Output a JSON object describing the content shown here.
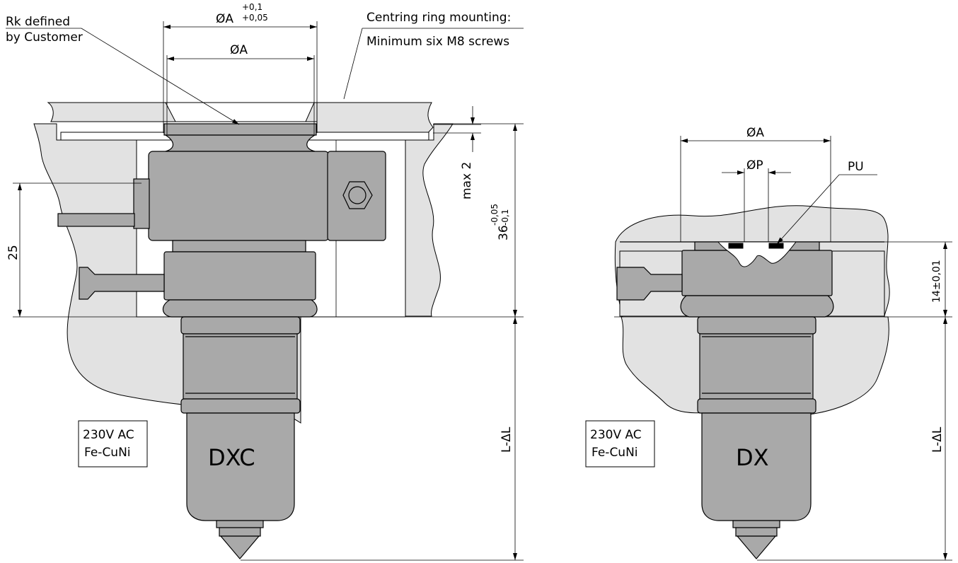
{
  "left": {
    "label_rk_line1": "Rk defined",
    "label_rk_line2": "by Customer",
    "dim_top_dia": "ØA",
    "tol_upper": "+0,1",
    "tol_lower": "+0,05",
    "dim_inner_dia": "ØA",
    "mount_line1": "Centring ring mounting:",
    "mount_line2": "Minimum six M8 screws",
    "dim_max": "max 2",
    "dim_36_base": "36",
    "dim_36_upper": "-0,05",
    "dim_36_lower": "-0,1",
    "dim_25": "25",
    "dim_length": "L-ΔL",
    "spec_line1": "230V AC",
    "spec_line2": "Fe-CuNi",
    "model": "DXC"
  },
  "right": {
    "dim_a": "ØA",
    "dim_p": "ØP",
    "label_pu": "PU",
    "dim_14": "14±0,01",
    "dim_length": "L-ΔL",
    "spec_line1": "230V AC",
    "spec_line2": "Fe-CuNi",
    "model": "DX"
  }
}
